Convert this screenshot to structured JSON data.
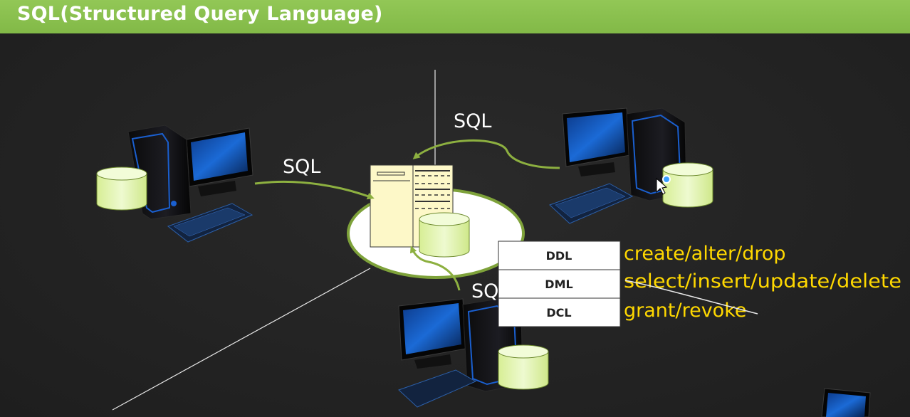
{
  "title": "SQL(Structured Query Language)",
  "arrow_labels": {
    "left": "SQL",
    "right": "SQL",
    "bottom": "SQ"
  },
  "categories": [
    {
      "name": "DDL",
      "commands": "create/alter/drop"
    },
    {
      "name": "DML",
      "commands": "select/insert/update/delete"
    },
    {
      "name": "DCL",
      "commands": "grant/revoke"
    }
  ],
  "colors": {
    "header_green": "#8bc34a",
    "arrow_green": "#8db040",
    "command_yellow": "#ffd800",
    "database_fill": "#e6f5b0",
    "server_fill": "#fdf8c8"
  }
}
